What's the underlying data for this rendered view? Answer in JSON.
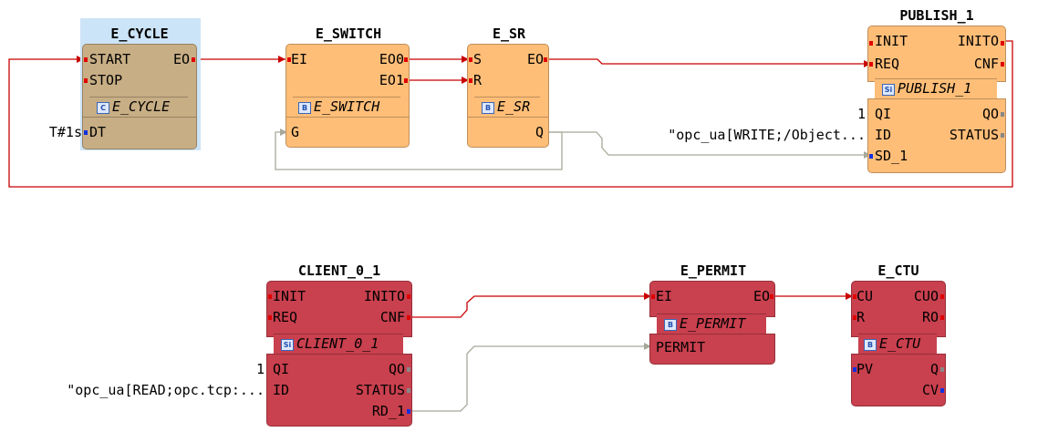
{
  "blocks": {
    "e_cycle": {
      "name": "E_CYCLE",
      "type": "E_CYCLE",
      "type_icon": "C",
      "inputs": [
        "START",
        "STOP"
      ],
      "outputs": [
        "EO"
      ],
      "data_inputs": [
        "DT"
      ],
      "data_outputs": []
    },
    "e_switch": {
      "name": "E_SWITCH",
      "type": "E_SWITCH",
      "type_icon": "B",
      "inputs": [
        "EI"
      ],
      "outputs": [
        "EO0",
        "EO1"
      ],
      "data_inputs": [
        "G"
      ],
      "data_outputs": []
    },
    "e_sr": {
      "name": "E_SR",
      "type": "E_SR",
      "type_icon": "B",
      "inputs": [
        "S",
        "R"
      ],
      "outputs": [
        "EO"
      ],
      "data_inputs": [],
      "data_outputs": [
        "Q"
      ]
    },
    "publish_1": {
      "name": "PUBLISH_1",
      "type": "PUBLISH_1",
      "type_icon": "Si",
      "inputs": [
        "INIT",
        "REQ"
      ],
      "outputs": [
        "INITO",
        "CNF"
      ],
      "data_inputs": [
        "QI",
        "ID",
        "SD_1"
      ],
      "data_outputs": [
        "QO",
        "STATUS"
      ]
    },
    "client_0_1": {
      "name": "CLIENT_0_1",
      "type": "CLIENT_0_1",
      "type_icon": "Si",
      "inputs": [
        "INIT",
        "REQ"
      ],
      "outputs": [
        "INITO",
        "CNF"
      ],
      "data_inputs": [
        "QI",
        "ID"
      ],
      "data_outputs": [
        "QO",
        "STATUS",
        "RD_1"
      ]
    },
    "e_permit": {
      "name": "E_PERMIT",
      "type": "E_PERMIT",
      "type_icon": "B",
      "inputs": [
        "EI"
      ],
      "outputs": [
        "EO"
      ],
      "data_inputs": [
        "PERMIT"
      ],
      "data_outputs": []
    },
    "e_ctu": {
      "name": "E_CTU",
      "type": "E_CTU",
      "type_icon": "B",
      "inputs": [
        "CU",
        "R"
      ],
      "outputs": [
        "CUO",
        "RO"
      ],
      "data_inputs": [
        "PV"
      ],
      "data_outputs": [
        "Q",
        "CV"
      ]
    }
  },
  "parameters": {
    "e_cycle_dt": "T#1s",
    "publish_qi": "1",
    "publish_id": "\"opc_ua[WRITE;/Object...",
    "client_qi": "1",
    "client_id": "\"opc_ua[READ;opc.tcp:..."
  },
  "colors": {
    "e_cycle_fill": "#c8ae85",
    "e_cycle_selection": "#cce4f7",
    "basic_fill": "#ffbe78",
    "service_fill": "#c9404e",
    "event_wire": "#c80000",
    "data_wire": "#a8a89a",
    "event_pin": "#e00000",
    "data_pin": "#1030e0"
  }
}
